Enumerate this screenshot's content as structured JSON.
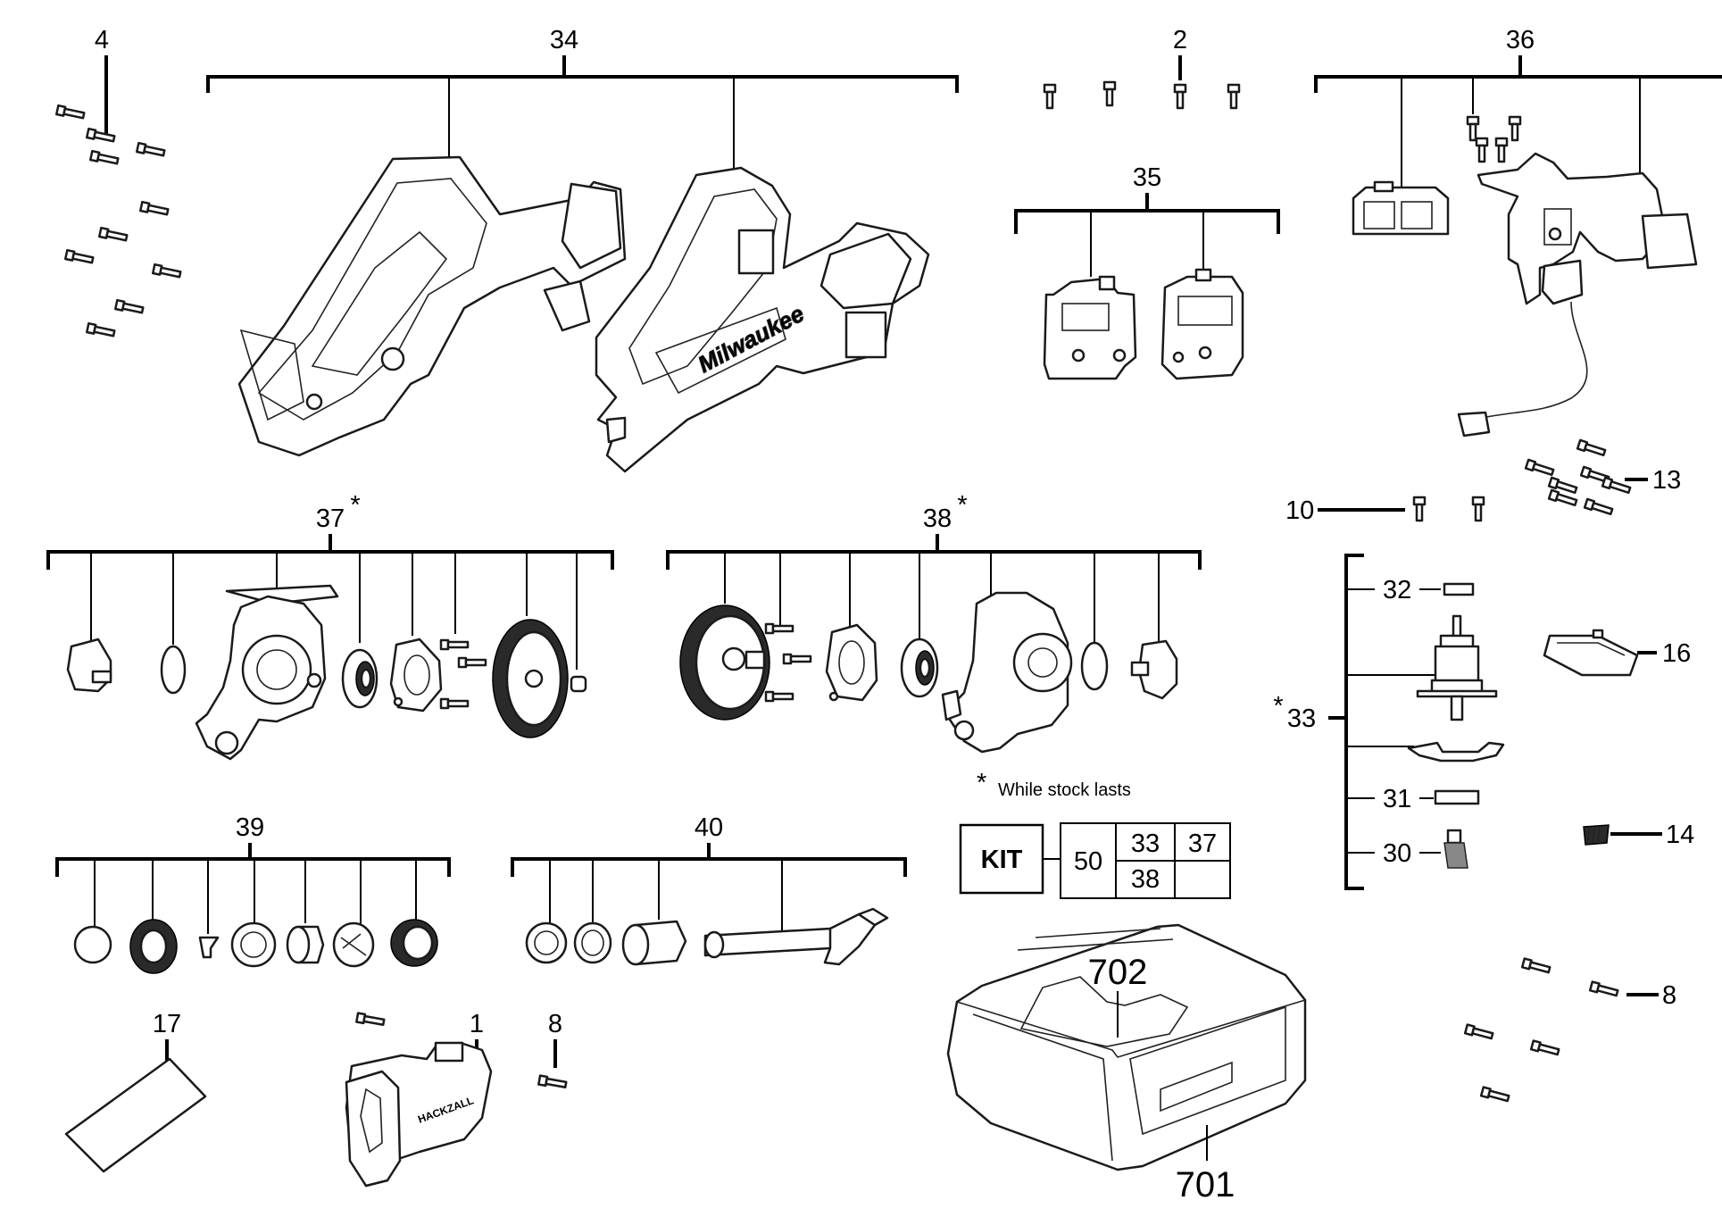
{
  "callouts": {
    "c4": "4",
    "c34": "34",
    "c2": "2",
    "c36": "36",
    "c35": "35",
    "c13": "13",
    "c10": "10",
    "c37": "37",
    "c38": "38",
    "c32": "32",
    "c16": "16",
    "c33": "33",
    "c31": "31",
    "c14": "14",
    "c30": "30",
    "c39": "39",
    "c40": "40",
    "c8a": "8",
    "c8b": "8",
    "c17": "17",
    "c1": "1",
    "c702": "702",
    "c701": "701"
  },
  "asterisk": "*",
  "note": {
    "mark": "*",
    "text": "While stock lasts"
  },
  "kit": {
    "label": "KIT",
    "cell_50": "50",
    "cell_33": "33",
    "cell_37": "37",
    "cell_38": "38"
  },
  "brand_marks": {
    "housing": "Milwaukee",
    "hackzall": "HACKZALL"
  }
}
